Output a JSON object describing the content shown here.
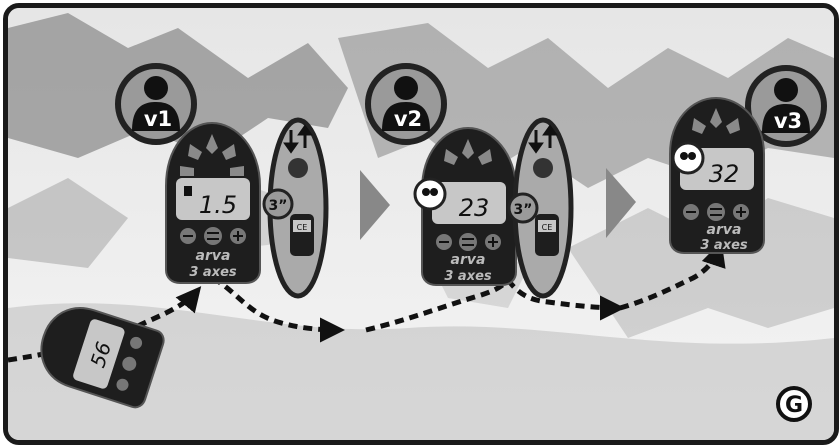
{
  "victims": [
    {
      "label": "v1",
      "distance": "1.5"
    },
    {
      "label": "v2",
      "distance": "23"
    },
    {
      "label": "v3",
      "distance": "32"
    }
  ],
  "start_device": {
    "distance": "56"
  },
  "mark_time": "3”",
  "mark_icon_text": "CE",
  "brand": {
    "name": "arva",
    "model": "3 axes"
  },
  "panel_letter": "G",
  "icons": [
    "person-icon",
    "arrows-up-down-icon",
    "snowflake-marked-icon",
    "minus-button-icon",
    "equal-button-icon",
    "plus-button-icon",
    "chevron-right-icon",
    "dashed-path-arrow-icon"
  ],
  "colors": {
    "frame": "#1a1a1a",
    "device_body": "#1e1e1e",
    "screen": "#c7c7c7",
    "badge_fill": "#9a9a9a",
    "arrow": "#111111"
  }
}
